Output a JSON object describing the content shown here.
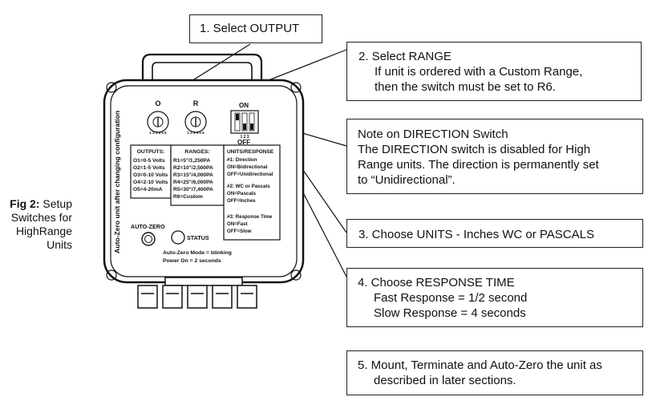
{
  "caption": {
    "fig_label": "Fig 2:",
    "fig_text_1": "Setup",
    "fig_text_2": "Switches for",
    "fig_text_3": "HighRange",
    "fig_text_4": "Units"
  },
  "callouts": {
    "output": {
      "title": "1. Select OUTPUT"
    },
    "range": {
      "title": "2. Select RANGE",
      "line1": "If unit is ordered with a Custom Range,",
      "line2": "then the switch must be set to R6."
    },
    "direction": {
      "title": "Note on DIRECTION Switch",
      "line1": "The DIRECTION switch is disabled for High",
      "line2": "Range units. The direction is permanently set",
      "line3": "to “Unidirectional”."
    },
    "units": {
      "title": "3. Choose UNITS - Inches WC or PASCALS"
    },
    "response": {
      "title": "4. Choose RESPONSE TIME",
      "line1": "Fast Response = 1/2 second",
      "line2": "Slow Response = 4 seconds"
    },
    "mount": {
      "line1": "5. Mount, Terminate and Auto-Zero the unit as",
      "line2": "described in later sections."
    }
  },
  "device": {
    "side_label": "Auto-Zero unit after changing configuration",
    "dial_o_label": "O",
    "dial_r_label": "R",
    "dial_digits": "1 2 3 4 5 6",
    "switch_on": "ON",
    "switch_off": "OFF",
    "switch_numbers": "1 2 3",
    "outputs_header": "OUTPUTS:",
    "outputs": [
      "O1=0-5 Volts",
      "O2=1-5 Volts",
      "O3=0-10 Volts",
      "O4=2-10 Volts",
      "O5=4-20mA"
    ],
    "ranges_header": "RANGES:",
    "ranges": [
      "R1=5\"/1,250PA",
      "R2=10\"/2,500PA",
      "R3=15\"/4,000PA",
      "R4=25\"/6,000PA",
      "R5=30\"/7,400PA",
      "R6=Custom"
    ],
    "units_header": "UNITS/RESPONSE",
    "units_items": [
      "#1: Direction",
      "ON=Bidirectional",
      "OFF=Unidirectional",
      "#2: WC or Pascals",
      "ON=Pascals",
      "OFF=Inches",
      "#3: Response Time",
      "ON=Fast",
      "OFF=Slow"
    ],
    "autozero_label": "AUTO-ZERO",
    "status_label": "STATUS",
    "note1": "Auto-Zero Mode = blinking",
    "note2": "Power On = 2 seconds"
  }
}
